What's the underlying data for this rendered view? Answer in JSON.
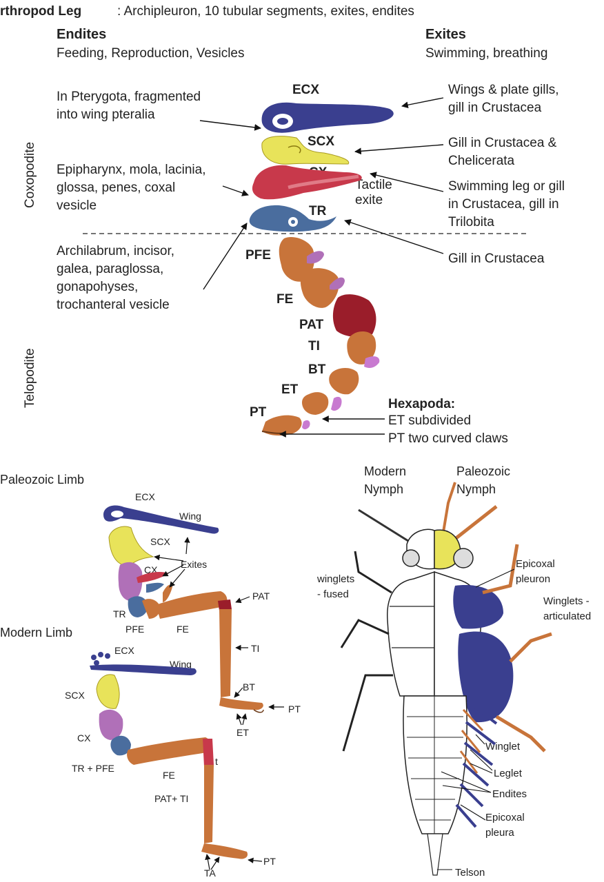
{
  "header": {
    "title": "rthropod Leg",
    "subtitle": ": Archipleuron, 10 tubular segments, exites, endites"
  },
  "endites": {
    "heading": "Endites",
    "sub": "Feeding, Reproduction, Vesicles",
    "notes": [
      [
        "In Pterygota, fragmented",
        "into wing pteralia"
      ],
      [
        "Epipharynx, mola, lacinia,",
        "glossa, penes, coxal",
        "vesicle"
      ],
      [
        "Archilabrum, incisor,",
        "galea, paraglossa,",
        "gonapohyses,",
        "trochanteral vesicle"
      ]
    ]
  },
  "exites": {
    "heading": "Exites",
    "sub": "Swimming, breathing",
    "notes": [
      [
        "Wings & plate gills,",
        "gill in Crustacea"
      ],
      [
        "Gill in Crustacea &",
        "Chelicerata"
      ],
      [
        "Swimming leg or gill",
        "in Crustacea, gill in",
        "Trilobita"
      ],
      [
        "Gill in Crustacea"
      ]
    ]
  },
  "regions": {
    "upper": "Coxopodite",
    "lower": "Telopodite"
  },
  "segments": [
    "ECX",
    "SCX",
    "CX",
    "TR",
    "PFE",
    "FE",
    "PAT",
    "TI",
    "BT",
    "ET",
    "PT"
  ],
  "tactile": [
    "Tactile",
    "exite"
  ],
  "hexapoda": {
    "heading": "Hexapoda:",
    "lines": [
      "ET subdivided",
      "PT  two curved claws"
    ]
  },
  "paleozoic_limb": {
    "title": "Paleozoic Limb",
    "labels": [
      "ECX",
      "Wing",
      "SCX",
      "Exites",
      "CX",
      "TR",
      "PFE",
      "FE",
      "PAT",
      "TI",
      "BT",
      "PT",
      "ET"
    ]
  },
  "modern_limb": {
    "title": "Modern Limb",
    "labels": [
      "ECX",
      "Wing",
      "SCX",
      "CX",
      "TR + PFE",
      "FE",
      "t",
      "PAT+ TI",
      "TA",
      "PT"
    ]
  },
  "nymph": {
    "modern": [
      "Modern",
      "Nymph"
    ],
    "paleozoic": [
      "Paleozoic",
      "Nymph"
    ],
    "left_note": [
      "winglets",
      "- fused"
    ],
    "right_labels": {
      "epicoxal_pleuron": [
        "Epicoxal",
        "pleuron"
      ],
      "winglets_art": [
        "Winglets -",
        "articulated"
      ],
      "winglet": "Winglet",
      "leglet": "Leglet",
      "endites": "Endites",
      "epicoxal_pleura": [
        "Epicoxal",
        "pleura"
      ],
      "telson": "Telson"
    }
  },
  "colors": {
    "navy": "#3a3f8f",
    "yellow": "#e8e35a",
    "red": "#c8394b",
    "steel": "#4a6d9e",
    "orange": "#c8743a",
    "darkred": "#9a1d2a",
    "purple": "#b070b8",
    "pink": "#c87ad0"
  }
}
